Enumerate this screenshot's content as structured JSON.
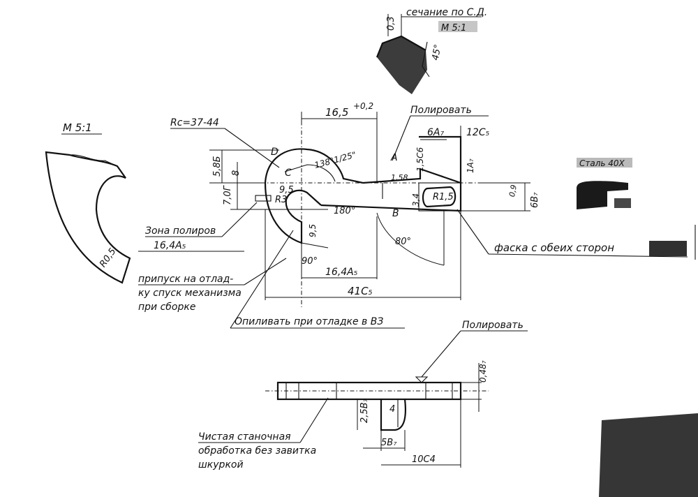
{
  "title": "",
  "callouts": {
    "section": "сечание по С.Д.",
    "section_scale": "M 5:1",
    "detail_scale": "M 5:1",
    "hardness": "Rc=37-44",
    "polish_top": "Полировать",
    "polish_zone": "Зона полиров",
    "allowance_line1": "припуск на отлад-",
    "allowance_line2": "ку спуск механизма",
    "allowance_line3": "при сборке",
    "sharpen": "Опиливать при отладке в ВЗ",
    "chamfer": "фаска с обеих сторон",
    "polish_side": "Полировать",
    "clean_line1": "Чистая станочная",
    "clean_line2": "обработка без завитка",
    "clean_line3": "шкуркой"
  },
  "dims": {
    "d_03": "0,3",
    "d_45": "45°",
    "d_165": "16,5",
    "d_tol": "+0,2",
    "d_6a": "6A₇",
    "d_12c": "12C₅",
    "d_58b": "5,8Б",
    "d_8": "8",
    "d_70": "7,0Г",
    "d_95a": "9,5",
    "d_95b": "9,5",
    "d_r3": "R3",
    "d_138": "138°1/25\"",
    "d_180": "180°",
    "d_90": "90°",
    "d_80": "80°",
    "d_164top": "16,4A₅",
    "d_164bot": "16,4A₅",
    "d_41c": "41C₅",
    "d_r05": "R0,5",
    "d_3a": "3,4",
    "d_15c": "1,5C6",
    "d_1a": "1A₇",
    "d_r15": "R1,5",
    "d_09": "0,9",
    "d_68": "6B₇",
    "d_158": "1,58",
    "d_25b": "2,5B₇",
    "d_4": "4",
    "d_5b": "5B₇",
    "d_10c": "10C4",
    "d_048": "0,48₇"
  },
  "labels": {
    "D": "D",
    "C": "C",
    "A": "A",
    "B": "B"
  },
  "blocks": {
    "small_table": "Сталь 40Х"
  }
}
